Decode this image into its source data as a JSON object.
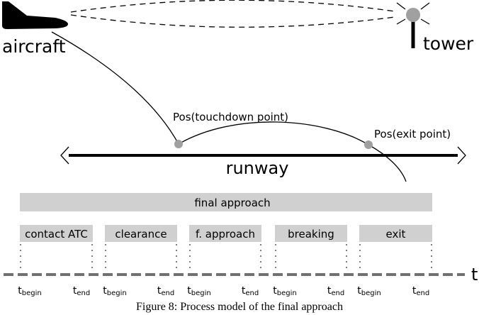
{
  "labels": {
    "aircraft": "aircraft",
    "tower": "tower",
    "touchdown": "Pos(touchdown point)",
    "exit_point": "Pos(exit point)",
    "runway": "runway",
    "final_approach": "final approach",
    "time_axis": "t"
  },
  "phases": [
    {
      "label": "contact ATC",
      "t_begin": "begin",
      "t_end": "end"
    },
    {
      "label": "clearance",
      "t_begin": "begin",
      "t_end": "end"
    },
    {
      "label": "f. approach",
      "t_begin": "begin",
      "t_end": "end"
    },
    {
      "label": "breaking",
      "t_begin": "begin",
      "t_end": "end"
    },
    {
      "label": "exit",
      "t_begin": "begin",
      "t_end": "end"
    }
  ],
  "time_symbol": "t",
  "caption": "Figure 8: Process model of the final approach",
  "colors": {
    "bar_fill": "#d0d0d0",
    "axis": "#707070",
    "marker": "#a0a0a0",
    "ink": "#000000"
  }
}
